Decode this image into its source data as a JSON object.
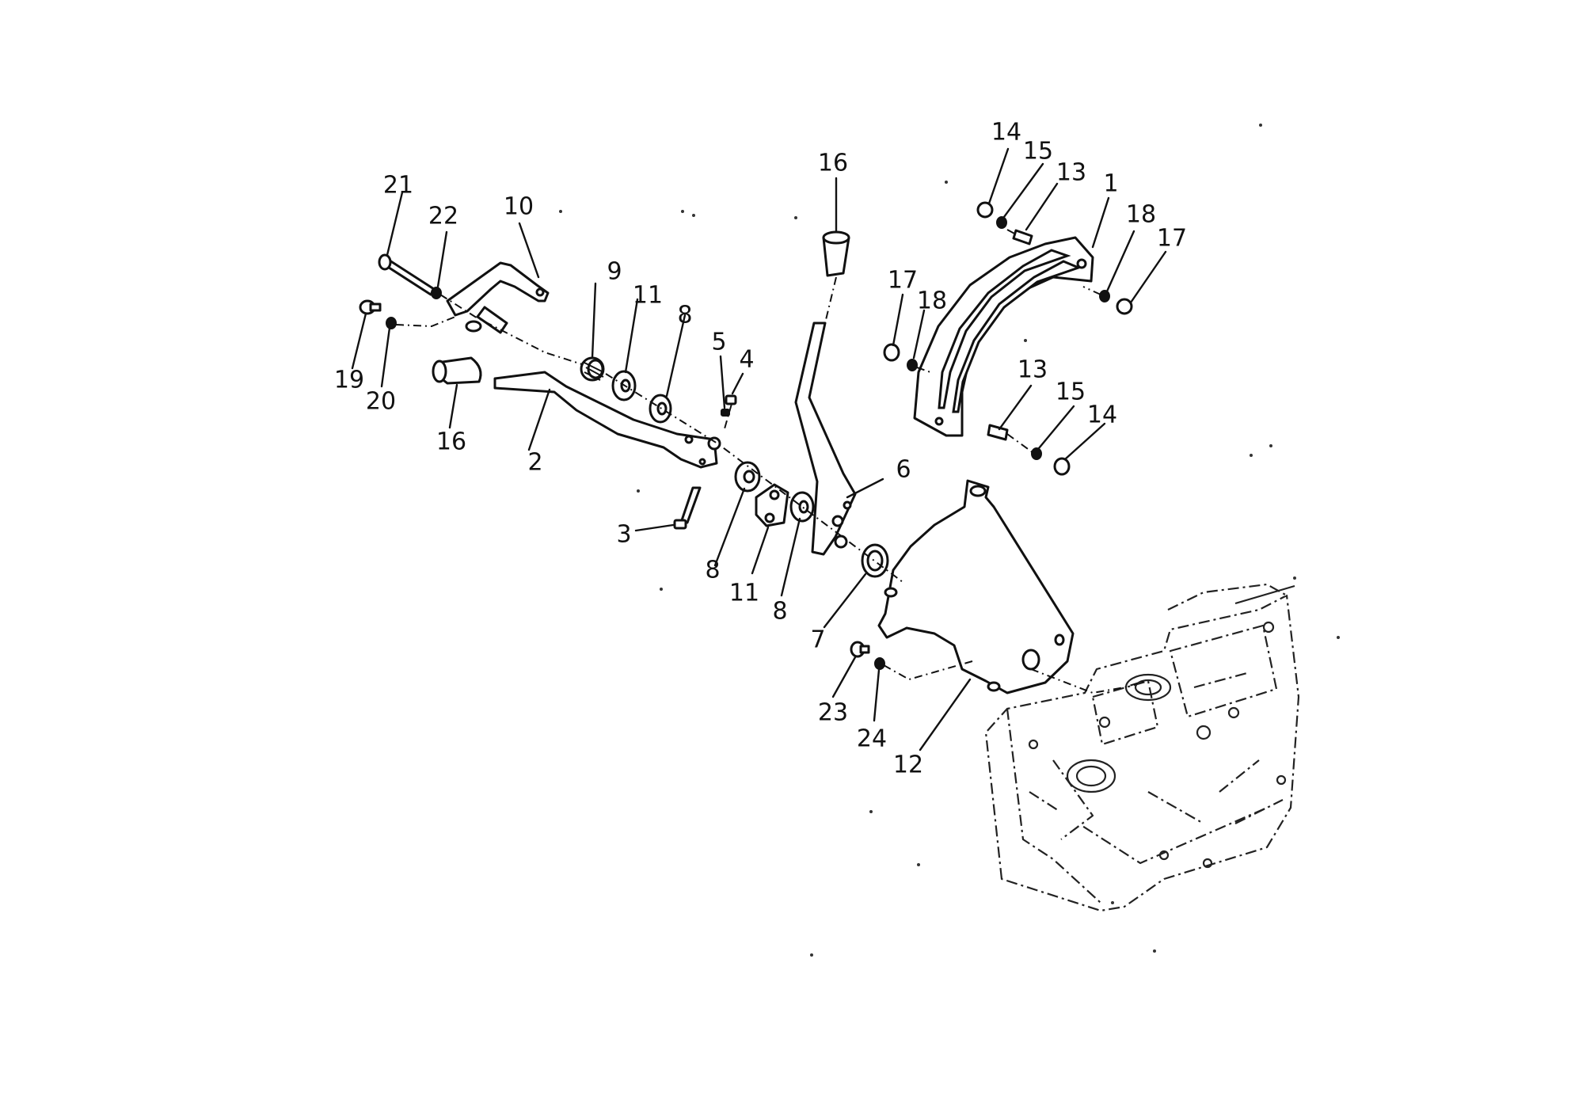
{
  "diagram": {
    "part_numbers": {
      "c1": "1",
      "c2": "2",
      "c3": "3",
      "c4": "4",
      "c5": "5",
      "c6": "6",
      "c7": "7",
      "c8a": "8",
      "c8b": "8",
      "c8c": "8",
      "c9": "9",
      "c10": "10",
      "c11a": "11",
      "c11b": "11",
      "c12": "12",
      "c13a": "13",
      "c13b": "13",
      "c14a": "14",
      "c14b": "14",
      "c15a": "15",
      "c15b": "15",
      "c16a": "16",
      "c16b": "16",
      "c17a": "17",
      "c17b": "17",
      "c18a": "18",
      "c18b": "18",
      "c19": "19",
      "c20": "20",
      "c21": "21",
      "c22": "22",
      "c23": "23",
      "c24": "24"
    }
  }
}
